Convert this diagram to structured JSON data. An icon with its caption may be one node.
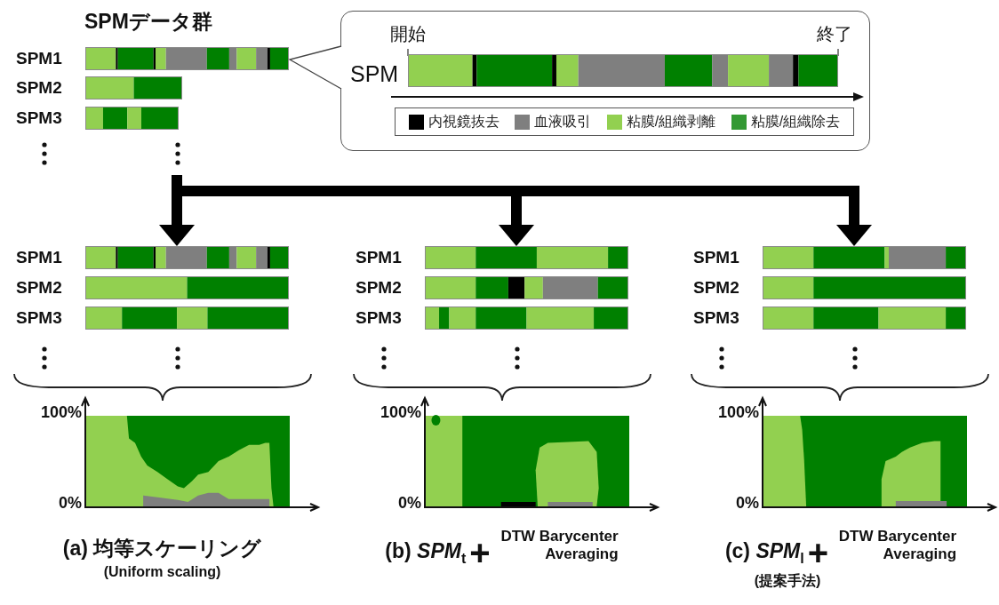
{
  "diagram": {
    "nodes": [
      {
        "text": [
          "SPM1"
        ]
      },
      {
        "text": [
          "SPM2"
        ]
      },
      {
        "text": [
          "SPM3"
        ]
      },
      {
        "text": [
          "SPM"
        ]
      },
      {
        "text": [
          "SPM1"
        ]
      },
      {
        "text": [
          "SPM2"
        ]
      },
      {
        "text": [
          "SPM3"
        ]
      },
      {
        "text": [
          "SPM1"
        ]
      },
      {
        "text": [
          "SPM2"
        ]
      },
      {
        "text": [
          "SPM3"
        ]
      },
      {
        "text": [
          "SPM1"
        ]
      },
      {
        "text": [
          "SPM2"
        ]
      },
      {
        "text": [
          "SPM3"
        ]
      }
    ],
    "edges": [
      {
        "from": 3,
        "to": 0,
        "arrow": "to"
      },
      {
        "from": null,
        "to": 4,
        "arrow": "to"
      },
      {
        "from": null,
        "to": 7,
        "arrow": "to"
      },
      {
        "from": null,
        "to": 10,
        "arrow": "to"
      }
    ],
    "labels": [
      "SPMデータ群",
      "開始",
      "終了",
      "100%",
      "0%",
      "100%",
      "0%",
      "100%",
      "0%",
      "(a) 均等スケーリング",
      "(Uniform scaling)",
      "(b) *SPM*$_{t}$",
      "+",
      "DTW Barycenter Averaging",
      "(c) *SPM*$_{l}$",
      "+",
      "DTW Barycenter Averaging",
      "(提案手法)"
    ],
    "legend": [
      {
        "text": "内視鏡抜去",
        "color": "#000000"
      },
      {
        "text": "血液吸引",
        "color": "#7f7f7f"
      },
      {
        "text": "粘膜/組織剥離",
        "color": "#92d050"
      },
      {
        "text": "粘膜/組織除去",
        "color": "#339933"
      }
    ]
  }
}
